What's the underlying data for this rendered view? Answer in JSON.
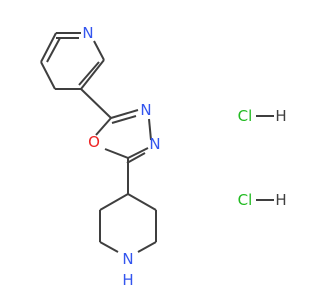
{
  "molecule": {
    "pyridine_n": "N",
    "oxadiazole_o": "O",
    "oxadiazole_n1": "N",
    "oxadiazole_n2": "N",
    "piperidine_n": "N",
    "piperidine_h": "H",
    "salt_1": {
      "cl": "Cl",
      "h": "H"
    },
    "salt_2": {
      "cl": "Cl",
      "h": "H"
    }
  },
  "colors": {
    "bond": "#3f3f3f",
    "nitrogen": "#3355ee",
    "oxygen": "#ee2222",
    "chlorine": "#22bb22"
  }
}
